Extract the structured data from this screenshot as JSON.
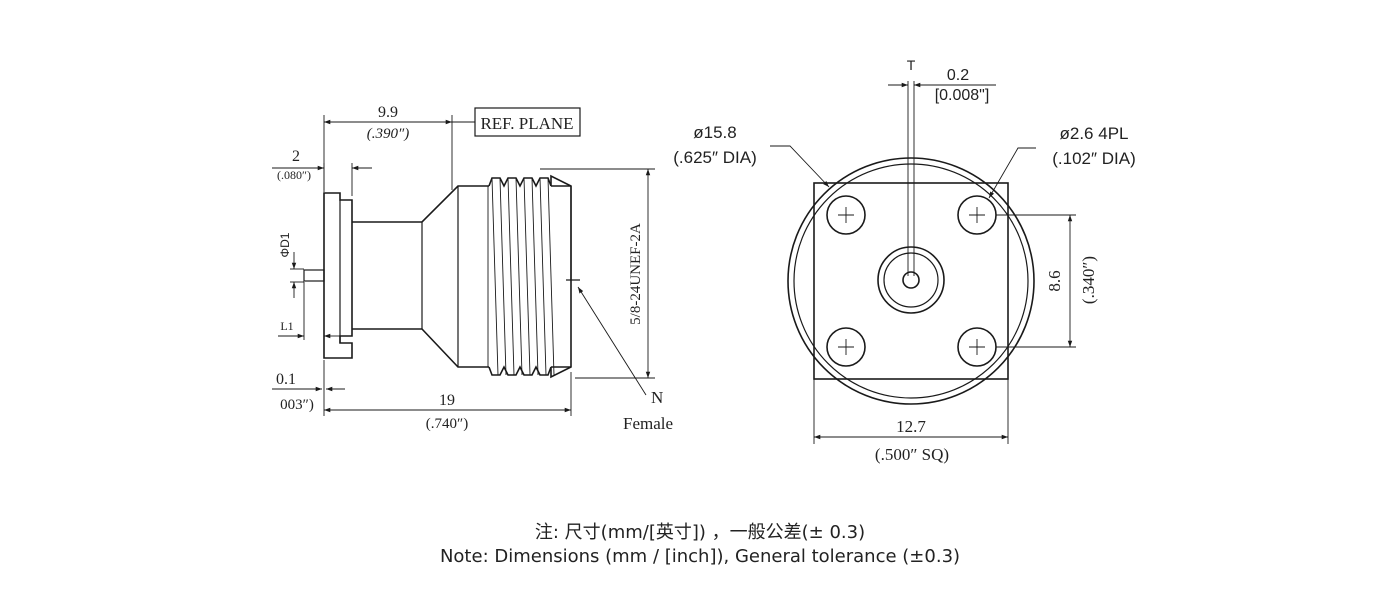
{
  "side_view": {
    "dim_top": {
      "value": "9.9",
      "inch": "(.390″)"
    },
    "ref_plane": "REF. PLANE",
    "dim_flange": {
      "value": "2",
      "inch": "(.080″)"
    },
    "dim_d1": "ΦD1",
    "dim_l1": "L1",
    "dim_gap": {
      "value": "0.1",
      "inch": "003″)"
    },
    "dim_length": {
      "value": "19",
      "inch": "(.740″)"
    },
    "thread": "5/8-24UNEF-2A",
    "connector": {
      "type": "N",
      "gender": "Female"
    }
  },
  "front_view": {
    "dim_t": {
      "label": "T",
      "value": "0.2",
      "inch": "[0.008\"]"
    },
    "dim_outer": {
      "value": "ø15.8",
      "inch": "(.625″ DIA)"
    },
    "dim_holes": {
      "value": "ø2.6 4PL",
      "inch": "(.102″ DIA)"
    },
    "dim_hole_spacing": {
      "value": "8.6",
      "inch": "(.340″)"
    },
    "dim_square": {
      "value": "12.7",
      "inch": "(.500″ SQ)"
    }
  },
  "notes": {
    "chinese": "注: 尺寸(mm/[英寸]) ，一般公差(± 0.3)",
    "english": "Note: Dimensions (mm / [inch]), General tolerance (±0.3)"
  }
}
